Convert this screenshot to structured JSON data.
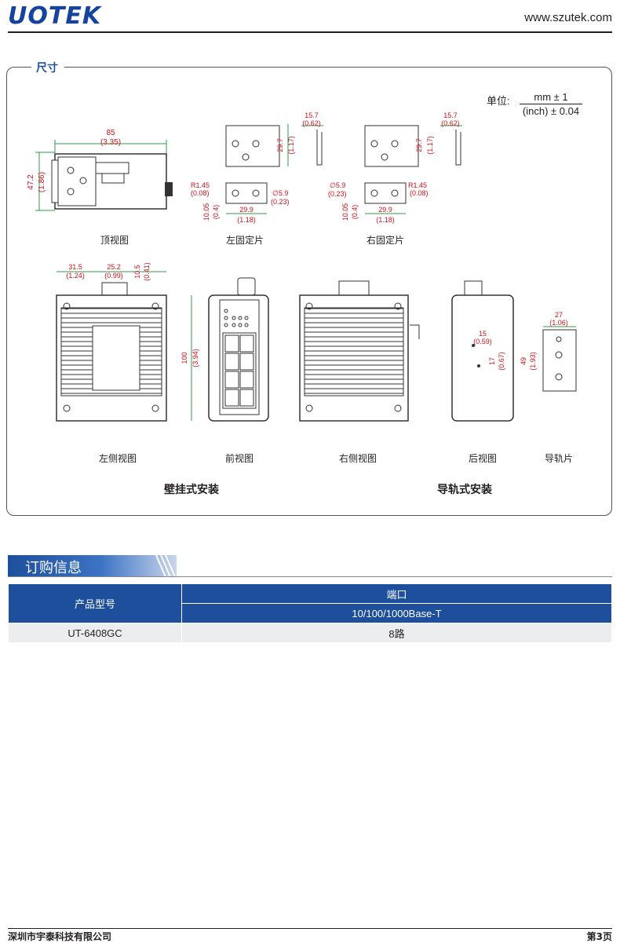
{
  "header": {
    "logo_text": "UOTEK",
    "website": "www.szutek.com"
  },
  "dimensions": {
    "title": "尺寸",
    "unit_label": "单位:",
    "unit_numerator": "mm ± 1",
    "unit_denominator": "(inch) ± 0.04",
    "top_view": {
      "width_mm": "85",
      "width_in": "(3.35)",
      "height_mm": "47.2",
      "height_in": "(1.86)",
      "caption": "顶视图"
    },
    "left_bracket": {
      "w_mm": "15.7",
      "w_in": "(0.62)",
      "h_mm": "29.7",
      "h_in": "(1.17)",
      "r_mm": "R1.45",
      "r_in": "(0.08)",
      "d_mm": "∅5.9",
      "d_in": "(0.23)",
      "sp_mm": "29.9",
      "sp_in": "(1.18)",
      "v_mm": "10.05",
      "v_in": "(0.4)",
      "caption": "左固定片"
    },
    "right_bracket": {
      "w_mm": "15.7",
      "w_in": "(0.62)",
      "h_mm": "29.7",
      "h_in": "(1.17)",
      "r_mm": "R1.45",
      "r_in": "(0.08)",
      "d_mm": "∅5.9",
      "d_in": "(0.23)",
      "sp_mm": "29.9",
      "sp_in": "(1.18)",
      "v_mm": "10.05",
      "v_in": "(0.4)",
      "caption": "右固定片"
    },
    "left_side": {
      "a_mm": "31.5",
      "a_in": "(1.24)",
      "b_mm": "25.2",
      "b_in": "(0.99)",
      "c_mm": "10.5",
      "c_in": "(0.41)",
      "h_mm": "100",
      "h_in": "(3.94)",
      "caption": "左侧视图"
    },
    "front": {
      "caption": "前视图"
    },
    "right_side": {
      "caption": "右侧视图"
    },
    "back": {
      "a_mm": "15",
      "a_in": "(0.59)",
      "b_mm": "17",
      "b_in": "(0.67)",
      "caption": "后视图"
    },
    "rail": {
      "w_mm": "27",
      "w_in": "(1.06)",
      "h_mm": "49",
      "h_in": "(1.93)",
      "caption": "导轨片"
    },
    "wall_mount": "壁挂式安装",
    "rail_mount": "导轨式安装"
  },
  "ordering": {
    "title": "订购信息",
    "col_model": "产品型号",
    "col_port": "端口",
    "col_port_type": "10/100/1000Base-T",
    "rows": [
      {
        "model": "UT-6408GC",
        "ports": "8路"
      }
    ]
  },
  "footer": {
    "company": "深圳市宇泰科技有限公司",
    "page": "第3页"
  },
  "colors": {
    "brand_blue": "#1d4f9c",
    "dim_red": "#d0121b",
    "dim_green": "#2f9a4a"
  }
}
